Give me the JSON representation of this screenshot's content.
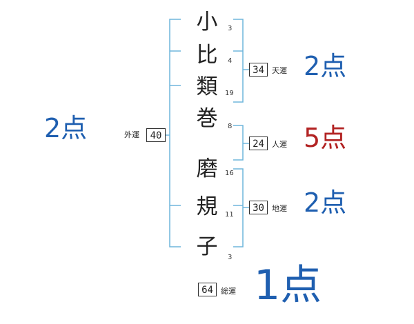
{
  "name_chars": [
    {
      "char": "小",
      "strokes": "3"
    },
    {
      "char": "比",
      "strokes": "4"
    },
    {
      "char": "類",
      "strokes": "19"
    },
    {
      "char": "巻",
      "strokes": "8"
    },
    {
      "char": "磨",
      "strokes": "16"
    },
    {
      "char": "規",
      "strokes": "11"
    },
    {
      "char": "子",
      "strokes": "3"
    }
  ],
  "fortunes": {
    "outer": {
      "label": "外運",
      "value": "40",
      "score": "2点"
    },
    "heaven": {
      "label": "天運",
      "value": "34",
      "score": "2点"
    },
    "person": {
      "label": "人運",
      "value": "24",
      "score": "5点"
    },
    "earth": {
      "label": "地運",
      "value": "30",
      "score": "2点"
    },
    "total": {
      "label": "総運",
      "value": "64",
      "score": "1点"
    }
  },
  "colors": {
    "bracket": "#6fb5dc",
    "score_blue": "#1f5fb0",
    "score_red": "#b22222"
  }
}
